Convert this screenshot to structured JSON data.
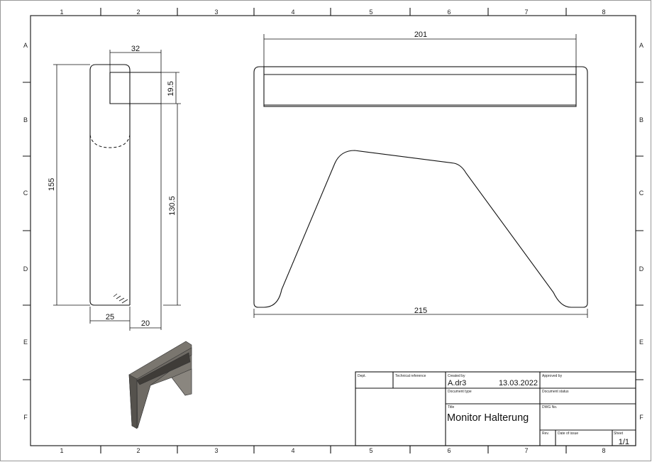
{
  "frame": {
    "columns": [
      "1",
      "2",
      "3",
      "4",
      "5",
      "6",
      "7",
      "8"
    ],
    "rows": [
      "A",
      "B",
      "C",
      "D",
      "E",
      "F"
    ]
  },
  "side_view": {
    "dimensions": {
      "overall_height": "155",
      "lip_depth": "32",
      "lip_height": "19.5",
      "body_height": "130.5",
      "base_width": "25",
      "offset": "20"
    }
  },
  "front_view": {
    "dimensions": {
      "lip_width": "201",
      "overall_width": "215"
    }
  },
  "title_block": {
    "dept_label": "Dept.",
    "technical_reference_label": "Technical reference",
    "created_by_label": "Created by",
    "created_by": "A.dr3",
    "date": "13.03.2022",
    "approved_by_label": "Approved by",
    "document_type_label": "Document type",
    "document_status_label": "Document status",
    "title_label": "Title",
    "title": "Monitor Halterung",
    "dwg_no_label": "DWG No.",
    "rev_label": "Rev.",
    "date_of_issue_label": "Date of issue",
    "sheet_label": "Sheet",
    "sheet": "1/1"
  },
  "colors": {
    "line": "#111111",
    "model_face": "#6e6a64",
    "model_dark": "#4a4742"
  }
}
